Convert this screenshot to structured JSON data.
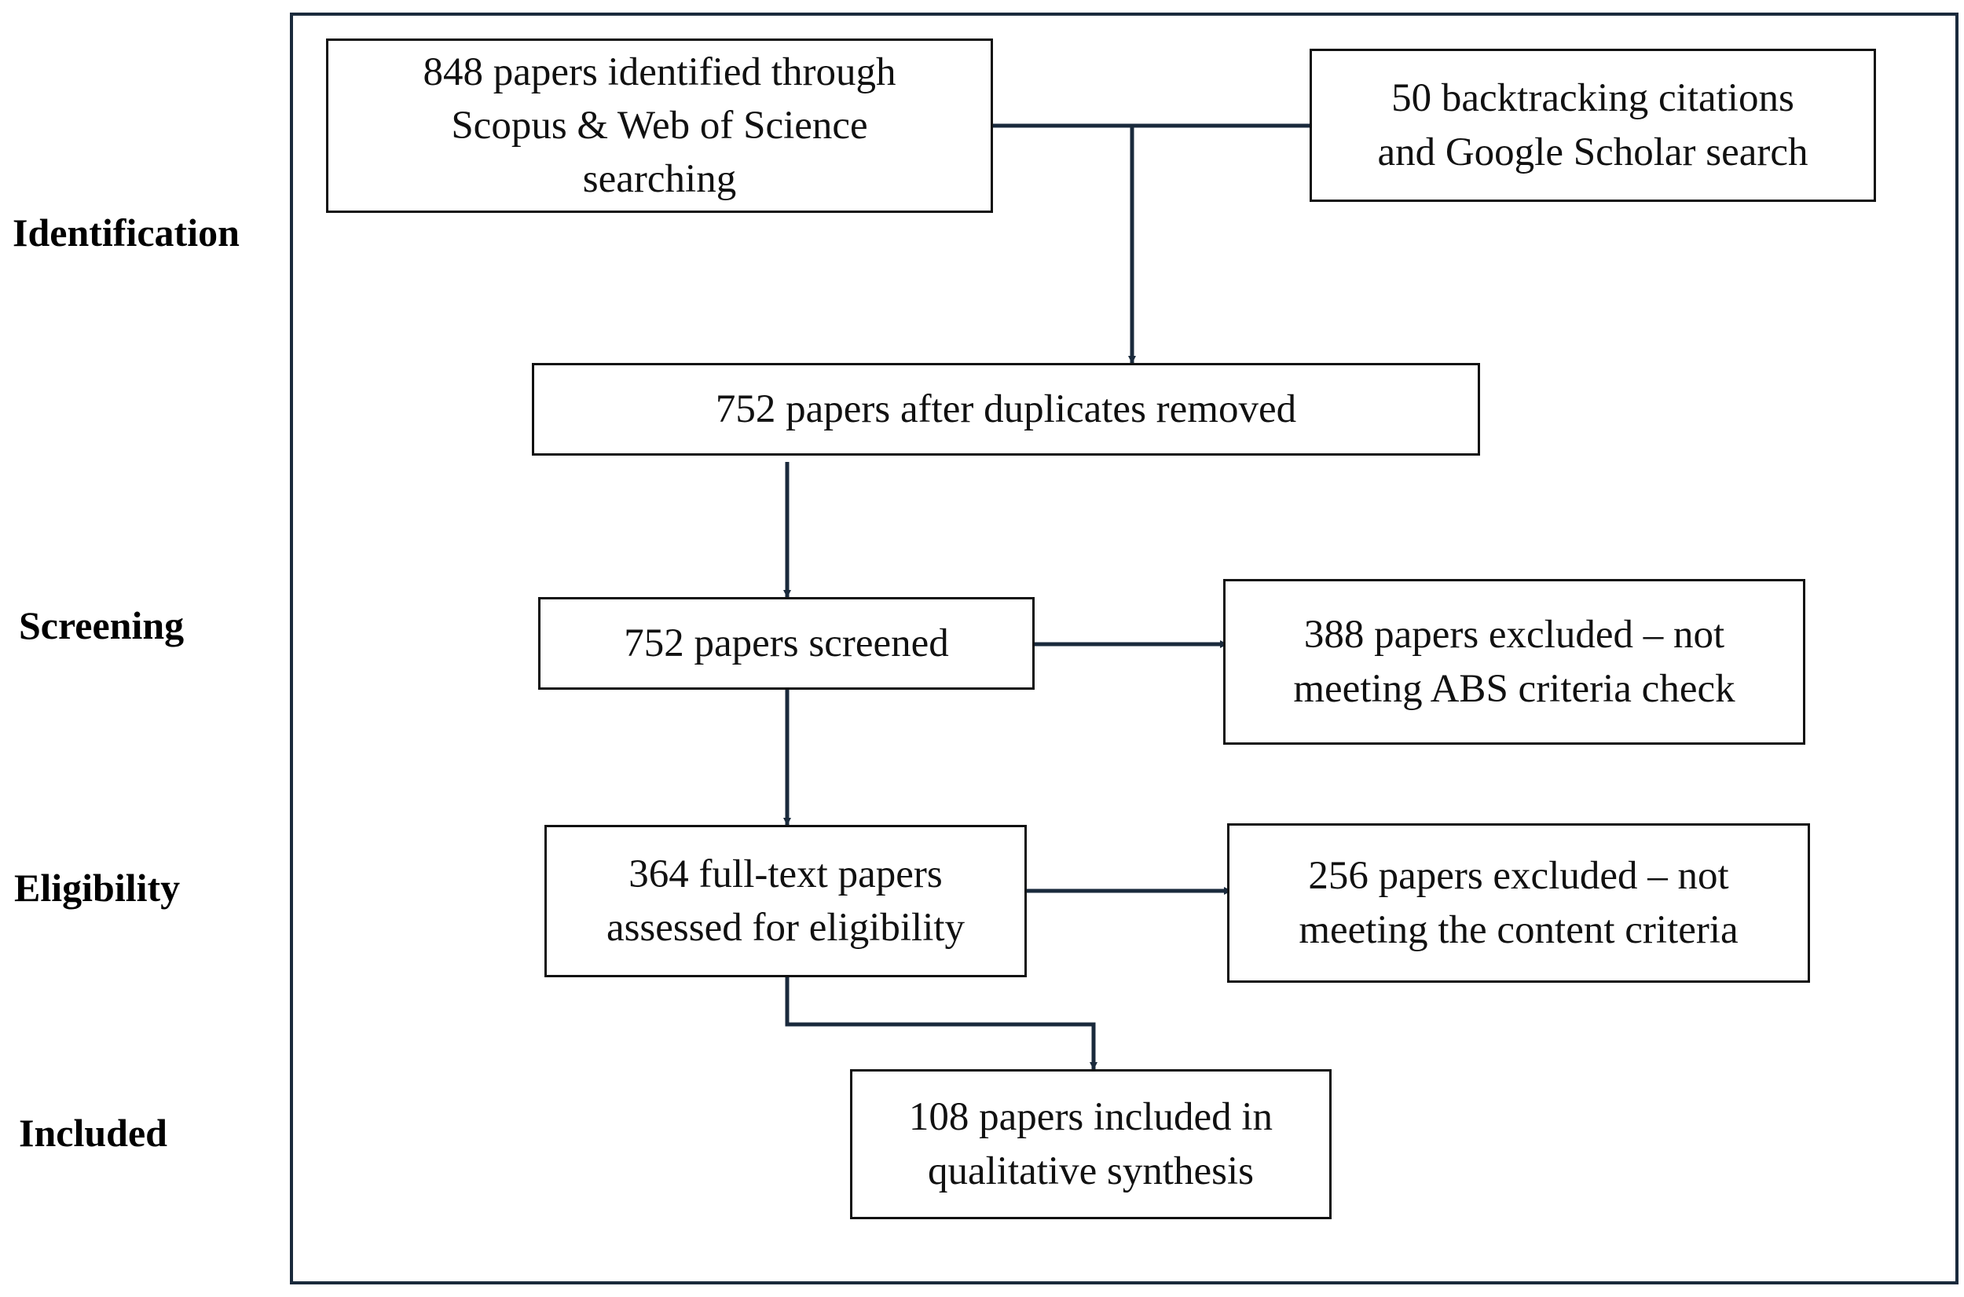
{
  "stages": {
    "identification": "Identification",
    "screening": "Screening",
    "eligibility": "Eligibility",
    "included": "Included"
  },
  "boxes": {
    "identified": "848 papers identified through\nScopus & Web of Science\nsearching",
    "backtracking": "50 backtracking citations\nand Google Scholar search",
    "after_duplicates": "752 papers after duplicates removed",
    "screened": "752 papers screened",
    "excluded_abs": "388 papers excluded – not\nmeeting ABS criteria check",
    "full_text": "364 full-text papers\nassessed for eligibility",
    "excluded_content": "256 papers excluded – not\nmeeting the content criteria",
    "included": "108 papers included in\nqualitative synthesis"
  },
  "colors": {
    "frame": "#1a2a3c",
    "connector": "#1a2a3c",
    "box_border": "#111111"
  }
}
